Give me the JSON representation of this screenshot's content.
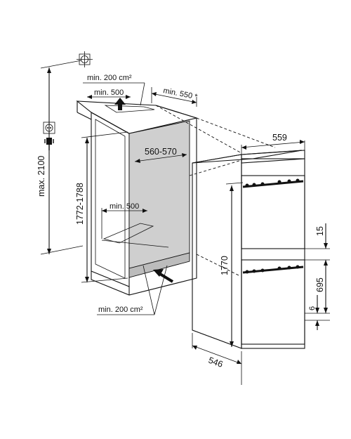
{
  "diagram": {
    "labels": {
      "max_height": "max. 2100",
      "air_outlet": "min. 200 cm²",
      "air_inlet": "min. 200 cm²",
      "top_depth": "min. 500",
      "inner_depth": "min. 500",
      "niche_depth": "min. 550 *",
      "niche_width": "560-570",
      "niche_height": "1772-1788",
      "appliance_width": "559",
      "appliance_height": "1770",
      "appliance_depth": "546",
      "gap_15": "15",
      "door_695": "695",
      "gap_6": "6"
    },
    "icons": [
      "socket-icon",
      "plug-icon",
      "airflow-arrow-icon"
    ]
  }
}
